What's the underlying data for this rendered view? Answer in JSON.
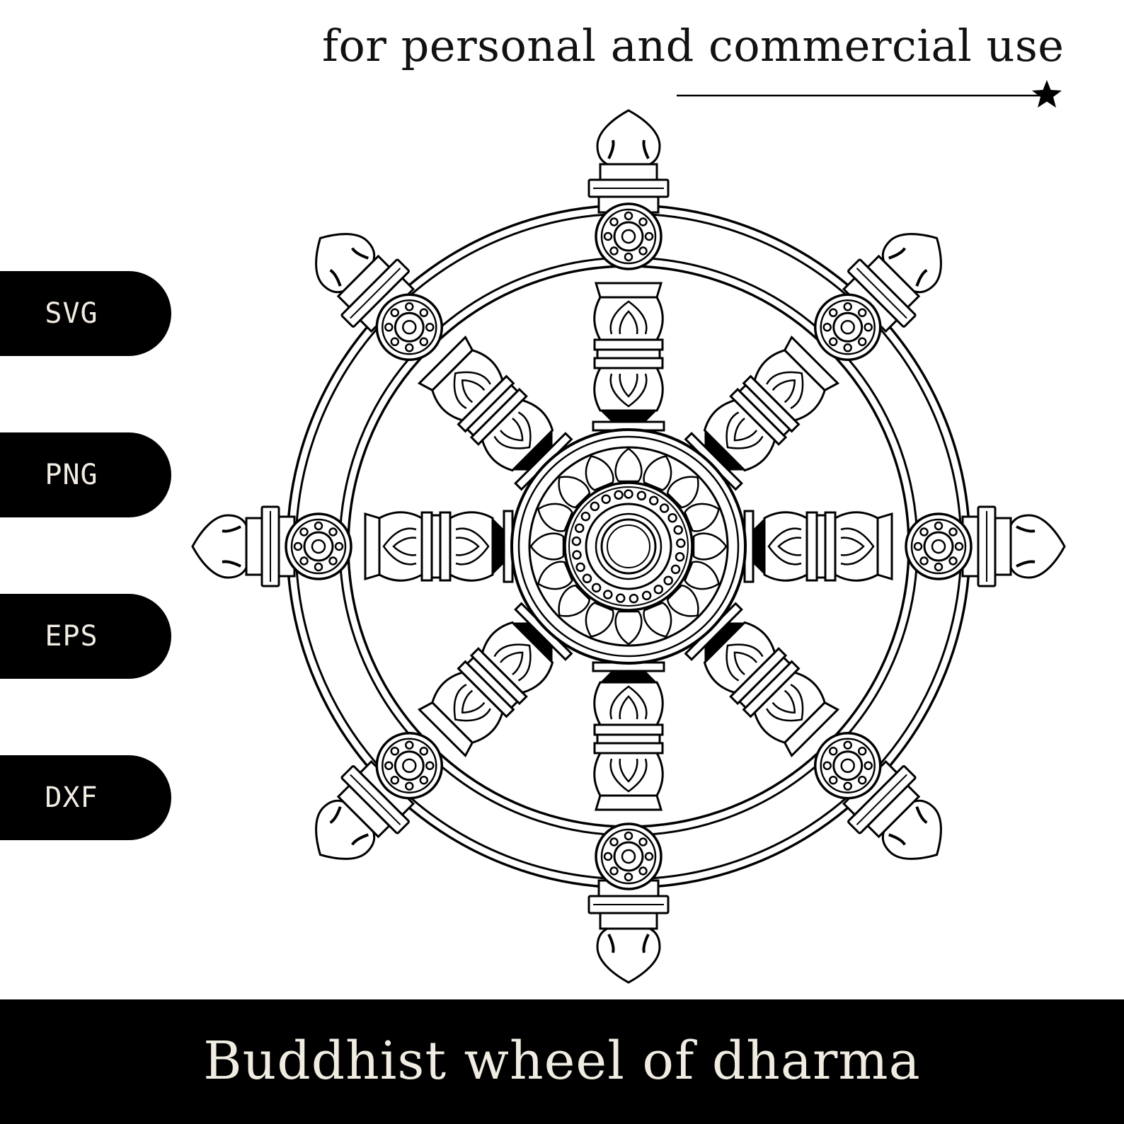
{
  "header": {
    "tagline": "for personal and commercial use",
    "star_icon": "star-icon"
  },
  "formats": [
    {
      "label": "SVG"
    },
    {
      "label": "PNG"
    },
    {
      "label": "EPS"
    },
    {
      "label": "DXF"
    }
  ],
  "illustration": {
    "icon": "dharma-wheel-icon",
    "spokes": 8
  },
  "footer": {
    "title": "Buddhist wheel of dharma"
  },
  "colors": {
    "ink": "#000000",
    "background": "#ffffff",
    "label_text": "#f1ece2"
  }
}
